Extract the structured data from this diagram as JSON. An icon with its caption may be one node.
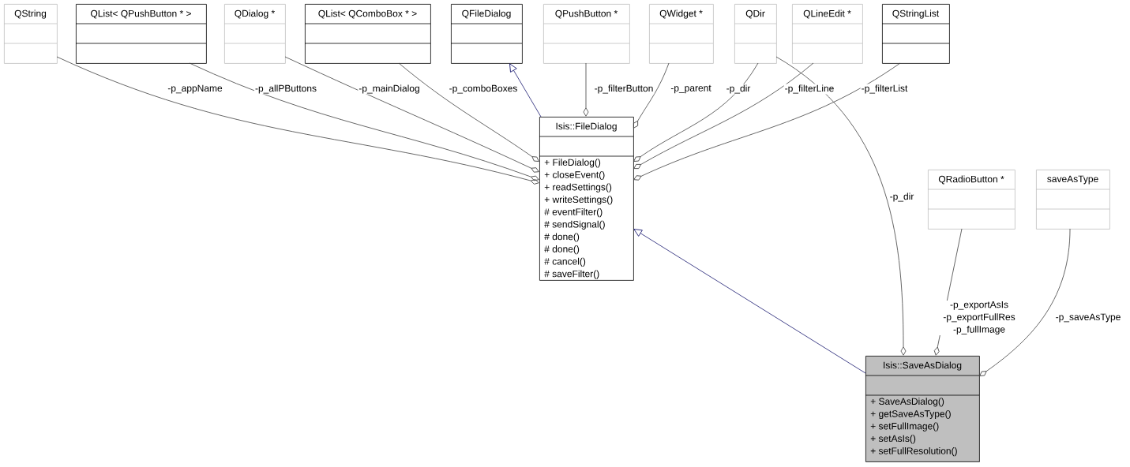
{
  "diagram": {
    "nodes": [
      {
        "text": [
          "QString"
        ]
      },
      {
        "text": [
          "QList< QPushButton * >"
        ]
      },
      {
        "text": [
          "QDialog *"
        ]
      },
      {
        "text": [
          "QList< QComboBox * >"
        ]
      },
      {
        "text": [
          "QFileDialog"
        ]
      },
      {
        "text": [
          "QPushButton *"
        ]
      },
      {
        "text": [
          "QWidget *"
        ]
      },
      {
        "text": [
          "QDir"
        ]
      },
      {
        "text": [
          "QLineEdit *"
        ]
      },
      {
        "text": [
          "QStringList"
        ]
      },
      {
        "text": [
          "Isis::FileDialog",
          "+ FileDialog()",
          "+ closeEvent()",
          "+ readSettings()",
          "+ writeSettings()",
          "# eventFilter()",
          "# sendSignal()",
          "# done()",
          "# done()",
          "# cancel()",
          "# saveFilter()"
        ]
      },
      {
        "text": [
          "QRadioButton *"
        ]
      },
      {
        "text": [
          "saveAsType"
        ]
      },
      {
        "text": [
          "Isis::SaveAsDialog",
          "+ SaveAsDialog()",
          "+ getSaveAsType()",
          "+ setFullImage()",
          "+ setAsIs()",
          "+ setFullResolution()"
        ]
      }
    ],
    "edges": [
      {
        "from": 0,
        "to": 10,
        "arrow": "other",
        "label": "-p_appName"
      },
      {
        "from": 1,
        "to": 10,
        "arrow": "other",
        "label": "-p_allPButtons"
      },
      {
        "from": 2,
        "to": 10,
        "arrow": "other",
        "label": "-p_mainDialog"
      },
      {
        "from": 3,
        "to": 10,
        "arrow": "other",
        "label": "-p_comboBoxes"
      },
      {
        "from": 10,
        "to": 4,
        "arrow": "to",
        "color": "#191970"
      },
      {
        "from": 5,
        "to": 10,
        "arrow": "other",
        "label": "-p_filterButton"
      },
      {
        "from": 6,
        "to": 10,
        "arrow": "other",
        "label": "-p_parent"
      },
      {
        "from": 7,
        "to": 10,
        "arrow": "other",
        "label": "-p_dir"
      },
      {
        "from": 8,
        "to": 10,
        "arrow": "other",
        "label": "-p_filterLine"
      },
      {
        "from": 9,
        "to": 10,
        "arrow": "other",
        "label": "-p_filterList"
      },
      {
        "from": 13,
        "to": 10,
        "arrow": "to",
        "color": "#191970"
      },
      {
        "from": 7,
        "to": 13,
        "arrow": "other",
        "label": "-p_dir"
      },
      {
        "from": 11,
        "to": 13,
        "arrow": "other",
        "label": "-p_exportAsIs -p_exportFullRes -p_fullImage"
      },
      {
        "from": 12,
        "to": 13,
        "arrow": "other",
        "label": "-p_saveAsType"
      }
    ]
  }
}
